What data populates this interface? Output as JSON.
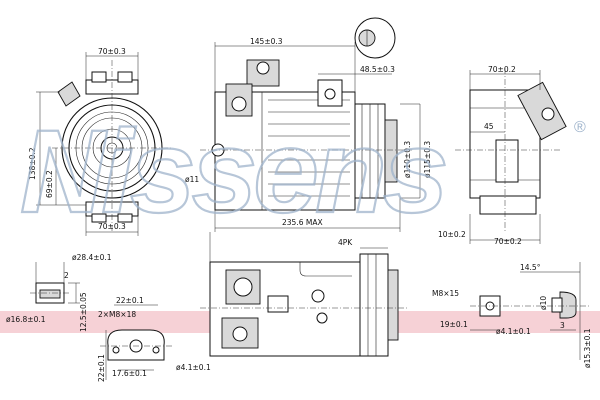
{
  "watermark": {
    "brand": "Nissens",
    "registered": "®",
    "band_color": "#f4c9cf",
    "brand_color": "#9fb4cc"
  },
  "dimensions": {
    "front_top_width": "70±0.3",
    "front_height": "138±0.2",
    "front_center_height": "69±0.2",
    "front_bottom_width": "70±0.3",
    "side_top_length": "145±0.3",
    "side_offset": "48.5±0.3",
    "side_bore": "ø11",
    "pulley_inner": "ø110±0.3",
    "pulley_outer": "ø115±0.3",
    "overall_max": "235.6 MAX",
    "belt": "4PK",
    "rear_top_width": "70±0.2",
    "rear_offset": "45",
    "rear_side": "10±0.2",
    "rear_bottom_width": "70±0.2",
    "port_a_dia": "ø28.4±0.1",
    "port_a_step": "2",
    "port_a_bore": "ø16.8±0.1",
    "port_a_height": "12.5±0.05",
    "port_b_width": "22±0.1",
    "port_b_thread": "2×M8×18",
    "port_b_height": "22±0.1",
    "port_b_pitch": "17.6±0.1",
    "port_b_hole": "ø4.1±0.1",
    "fitting_angle": "14.5°",
    "fitting_thread": "M8×15",
    "fitting_dia": "ø10",
    "fitting_pitch": "19±0.1",
    "fitting_hole": "ø4.1±0.1",
    "fitting_step": "3",
    "fitting_bore": "ø15.3±0.1"
  }
}
